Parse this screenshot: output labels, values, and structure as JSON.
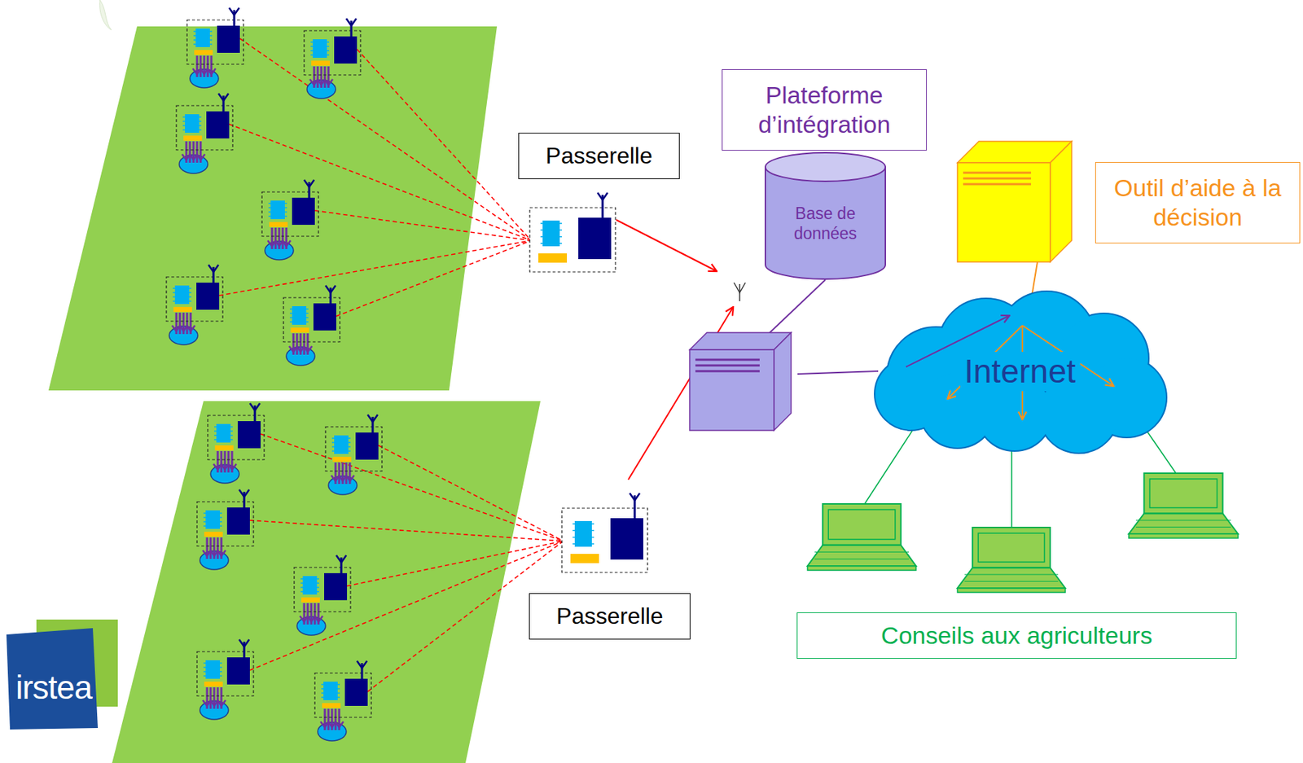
{
  "diagram": {
    "nodes": [
      {
        "text": [
          "Passerelle"
        ]
      },
      {
        "text": [
          "Plateforme d’intégration"
        ]
      },
      {
        "text": [
          "Base de données"
        ]
      },
      {
        "text": [
          "Outil d’aide à la décision"
        ]
      },
      {
        "text": [
          "Internet"
        ]
      },
      {
        "text": [
          "Passerelle"
        ]
      },
      {
        "text": [
          "Conseils aux agriculteurs"
        ]
      }
    ],
    "labels": [
      "irstea"
    ]
  }
}
